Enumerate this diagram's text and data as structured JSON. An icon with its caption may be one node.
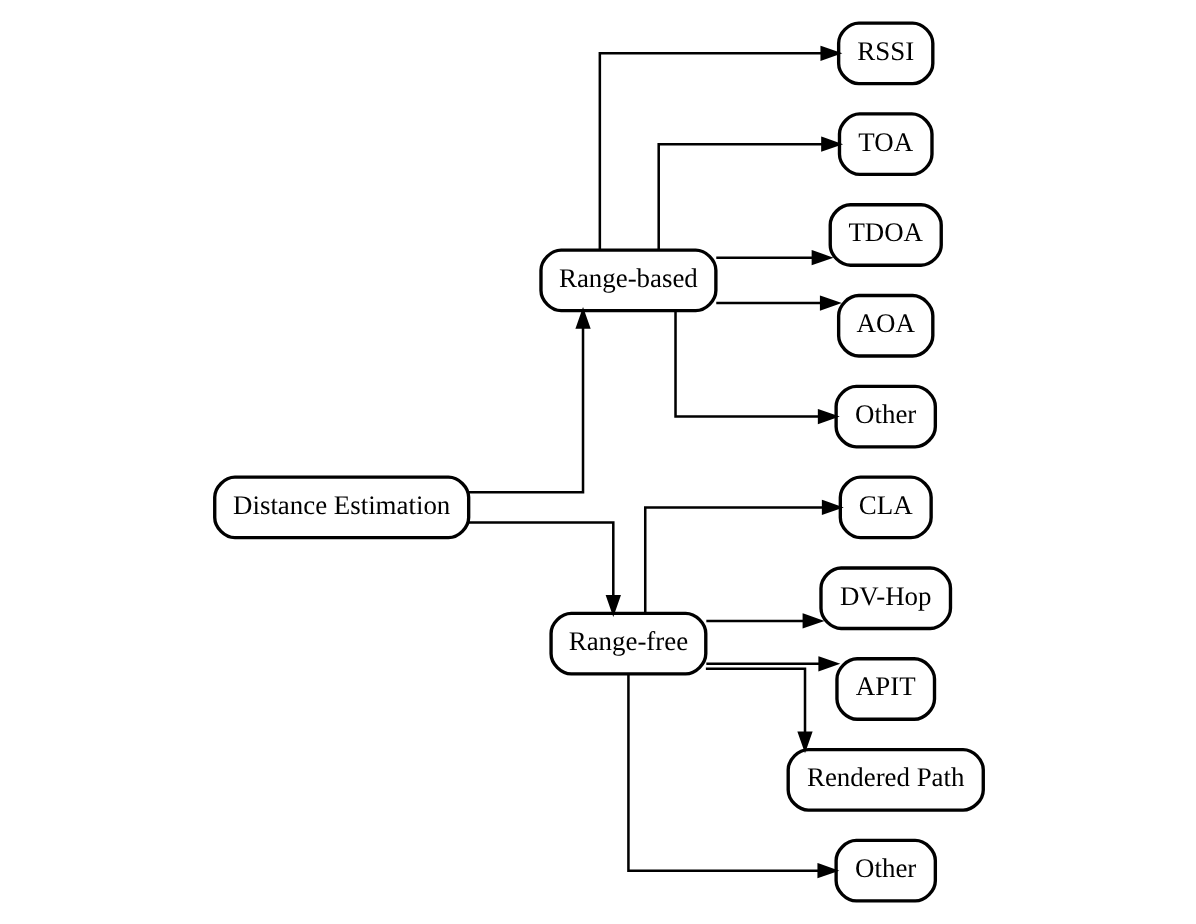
{
  "diagram": {
    "nodes": [
      {
        "text": [
          "Distance Estimation"
        ]
      },
      {
        "text": [
          "Range-based"
        ]
      },
      {
        "text": [
          "Range-free"
        ]
      },
      {
        "text": [
          "RSSI"
        ]
      },
      {
        "text": [
          "TOA"
        ]
      },
      {
        "text": [
          "TDOA"
        ]
      },
      {
        "text": [
          "AOA"
        ]
      },
      {
        "text": [
          "Other"
        ]
      },
      {
        "text": [
          "CLA"
        ]
      },
      {
        "text": [
          "DV-Hop"
        ]
      },
      {
        "text": [
          "APIT"
        ]
      },
      {
        "text": [
          "Rendered Path"
        ]
      },
      {
        "text": [
          "Other"
        ]
      }
    ],
    "edges": [
      {
        "from": 0,
        "to": 1,
        "arrow": "to"
      },
      {
        "from": 0,
        "to": 2,
        "arrow": "to"
      },
      {
        "from": 1,
        "to": 3,
        "arrow": "to"
      },
      {
        "from": 1,
        "to": 4,
        "arrow": "to"
      },
      {
        "from": 1,
        "to": 5,
        "arrow": "to"
      },
      {
        "from": 1,
        "to": 6,
        "arrow": "to"
      },
      {
        "from": 1,
        "to": 7,
        "arrow": "to"
      },
      {
        "from": 2,
        "to": 8,
        "arrow": "to"
      },
      {
        "from": 2,
        "to": 9,
        "arrow": "to"
      },
      {
        "from": 2,
        "to": 10,
        "arrow": "to"
      },
      {
        "from": 2,
        "to": 11,
        "arrow": "to"
      },
      {
        "from": 2,
        "to": 12,
        "arrow": "to"
      }
    ]
  }
}
